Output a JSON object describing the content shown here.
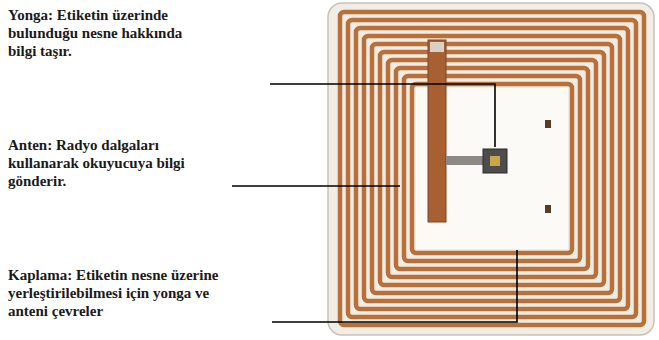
{
  "diagram": {
    "labels": [
      "Yonga: Etiketin üzerinde bulunduğu nesne hakkında bilgi taşır.",
      "Anten: Radyo dalgaları kullanarak okuyucuya bilgi gönderir.",
      "Kaplama: Etiketin nesne üzerine yerleştirilebilmesi için yonga ve anteni çevreler"
    ]
  }
}
